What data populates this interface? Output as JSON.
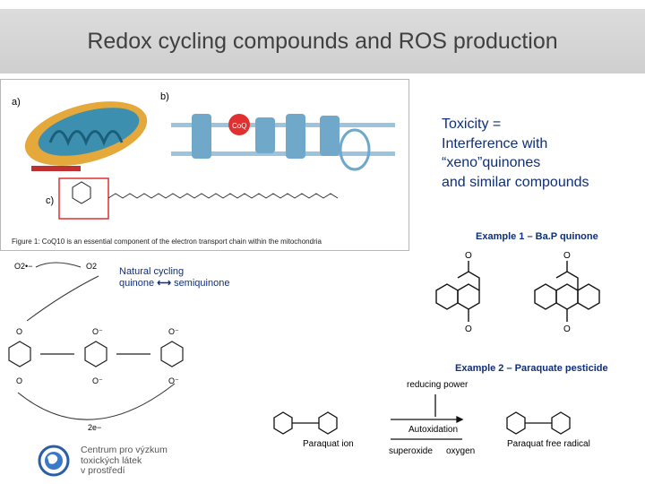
{
  "slide": {
    "title": "Redox cycling compounds and ROS production"
  },
  "toxicity": {
    "line1": "Toxicity =",
    "line2": "Interference with",
    "line3": "“xeno”quinones",
    "line4": "and similar compounds"
  },
  "example1": {
    "label": "Example 1 – Ba.P quinone"
  },
  "example2": {
    "label": "Example 2 – Paraquate pesticide",
    "reducing_power": "reducing power",
    "autoxidation": "Autoxidation",
    "superoxide": "superoxide",
    "oxygen": "oxygen",
    "paraquat_ion": "Paraquat ion",
    "paraquat_radical": "Paraquat free radical"
  },
  "natural_cycling": {
    "line1": "Natural cycling",
    "line2_left": "quinone",
    "line2_right": "semiquinone",
    "top_left": "O2•−",
    "top_right": "O2",
    "electrons": "2e−"
  },
  "mito_figure": {
    "label_a": "a)",
    "label_b": "b)",
    "label_c": "c)",
    "coq": "CoQ",
    "caption": "Figure 1: CoQ10 is an essential component of the electron transport chain within the mitochondria"
  },
  "logo": {
    "line1": "Centrum pro výzkum",
    "line2": "toxických látek",
    "line3": "v prostředí"
  }
}
